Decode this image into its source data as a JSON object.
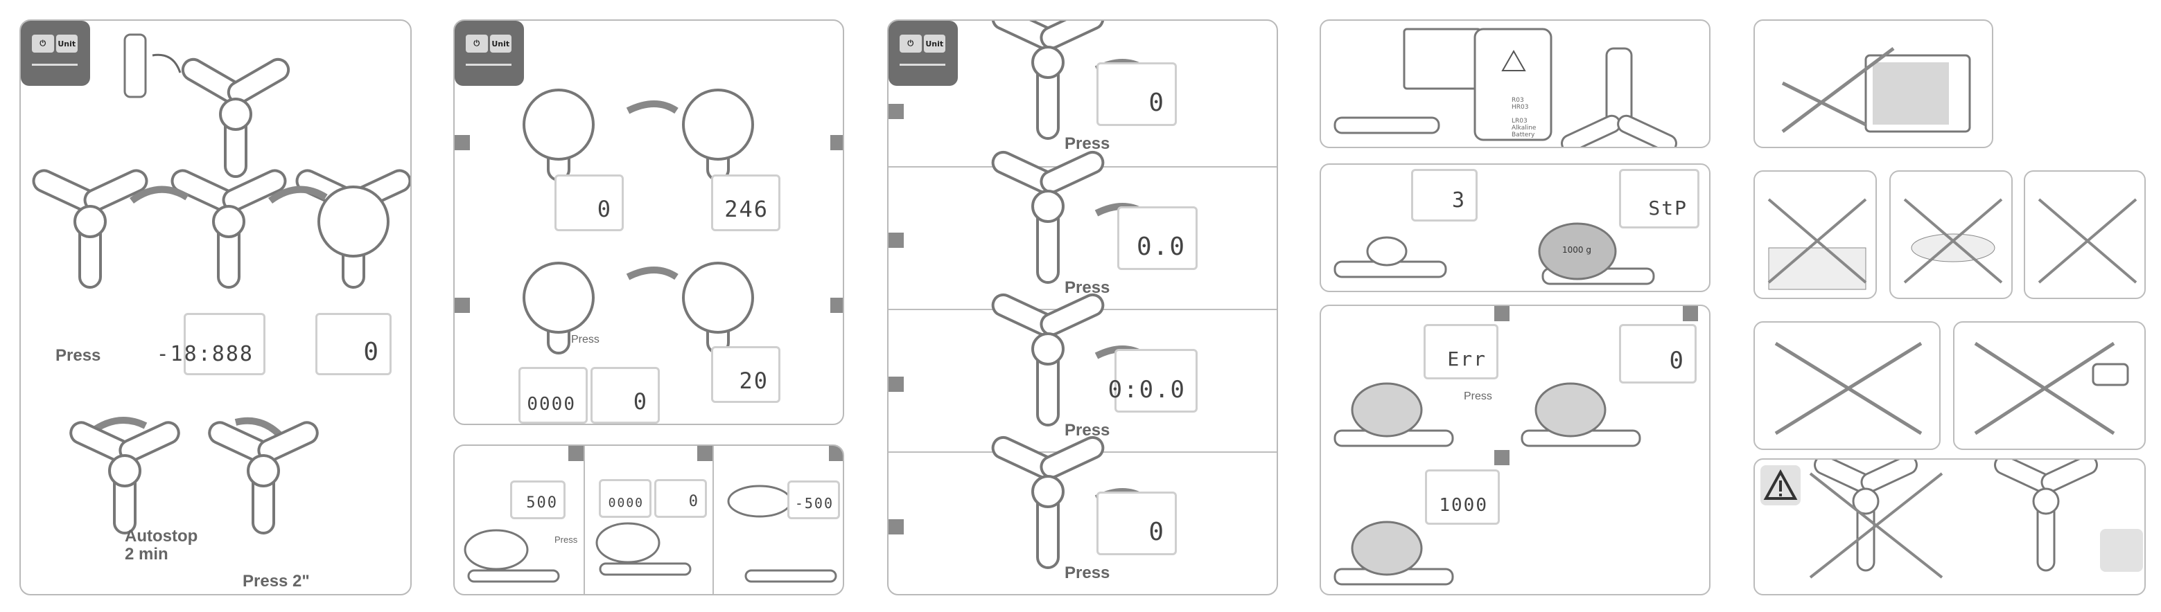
{
  "badge": {
    "power_label": "⏻",
    "unit_label": "Unit"
  },
  "panel1": {
    "press": "Press",
    "lcd_full": "-18:888",
    "lcd_zero": "0",
    "autostop_line1": "Autostop",
    "autostop_line2": "2 min",
    "press2": "Press 2\""
  },
  "panel2": {
    "lcd_a": "0",
    "lcd_b": "246",
    "press": "Press",
    "lcd_c": "0000",
    "lcd_d": "0",
    "lcd_e": "20",
    "bottom_lcd_a": "500",
    "bottom_press": "Press",
    "bottom_lcd_b": "0000",
    "bottom_lcd_c": "0",
    "bottom_lcd_d": "-500"
  },
  "panel3": {
    "rows": [
      {
        "lcd": "0",
        "press": "Press"
      },
      {
        "lcd": "0.0",
        "press": "Press"
      },
      {
        "lcd": "0:0.0",
        "press": "Press"
      },
      {
        "lcd": "0",
        "press": "Press"
      }
    ]
  },
  "panel4": {
    "battery_text1": "R03",
    "battery_text2": "HR03",
    "battery_text3": "LR03",
    "battery_text4": "Alkaline",
    "battery_text5": "Battery",
    "lcd_3": "3",
    "lcd_stp": "StP",
    "weight_label": "1000 g",
    "lcd_err": "Err",
    "press": "Press",
    "lcd_zero": "0",
    "lcd_1000": "1000"
  }
}
